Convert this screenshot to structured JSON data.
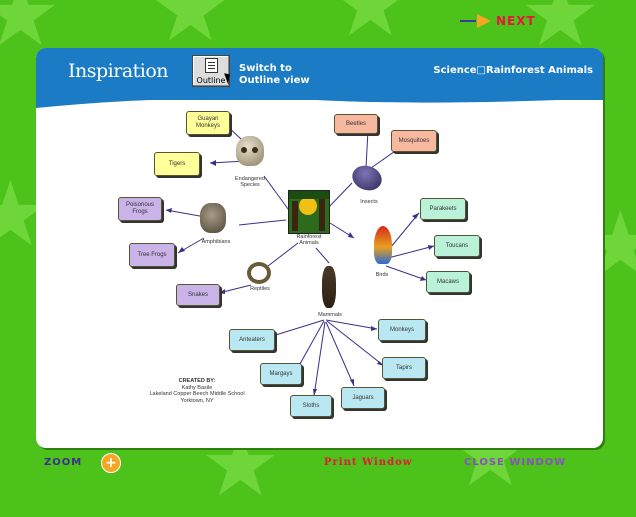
{
  "nav": {
    "next_label": "NEXT"
  },
  "header": {
    "logo": "Inspiration",
    "outline_button_label": "Outline",
    "switch_line1": "Switch to",
    "switch_line2": "Outline view",
    "breadcrumb": "Science□Rainforest Animals"
  },
  "map": {
    "center": {
      "label_line1": "Rainforest",
      "label_line2": "Animals"
    },
    "subtopics": {
      "endangered": {
        "label_line1": "Endangered",
        "label_line2": "Species"
      },
      "insects": {
        "label": "Insects"
      },
      "amphibians": {
        "label": "Amphibians"
      },
      "birds": {
        "label": "Birds"
      },
      "reptiles": {
        "label": "Reptiles"
      },
      "mammals": {
        "label": "Mammals"
      }
    },
    "boxes": {
      "guyan_monkeys": "Guayan Monkeys",
      "tigers": "Tigers",
      "beetles": "Beetles",
      "mosquitoes": "Mosquitoes",
      "poisonous_frogs": "Poisonous Frogs",
      "tree_frogs": "Tree Frogs",
      "parakeets": "Parakeets",
      "toucans": "Toucans",
      "macaws": "Macaws",
      "snakes": "Snakes",
      "anteaters": "Anteaters",
      "monkeys": "Monkeys",
      "margays": "Margays",
      "tapirs": "Tapirs",
      "sloths": "Sloths",
      "jaguars": "Jaguars"
    },
    "credits": {
      "title": "CREATED BY:",
      "name": "Kathy Basile",
      "school": "Lakeland Copper Beech Middle School",
      "place": "Yorktown, NY"
    }
  },
  "footer": {
    "zoom_label": "ZOOM",
    "zoom_plus": "+",
    "print_label": "Print Window",
    "close_label": "CLOSE WINDOW"
  },
  "colors": {
    "background": "#4cc21a",
    "header": "#1b7bc5",
    "next": "#e8163a",
    "print": "#e8163a",
    "close": "#8a4fbf",
    "zoom": "#3a2f8a",
    "link_line": "#3a2f8a"
  }
}
